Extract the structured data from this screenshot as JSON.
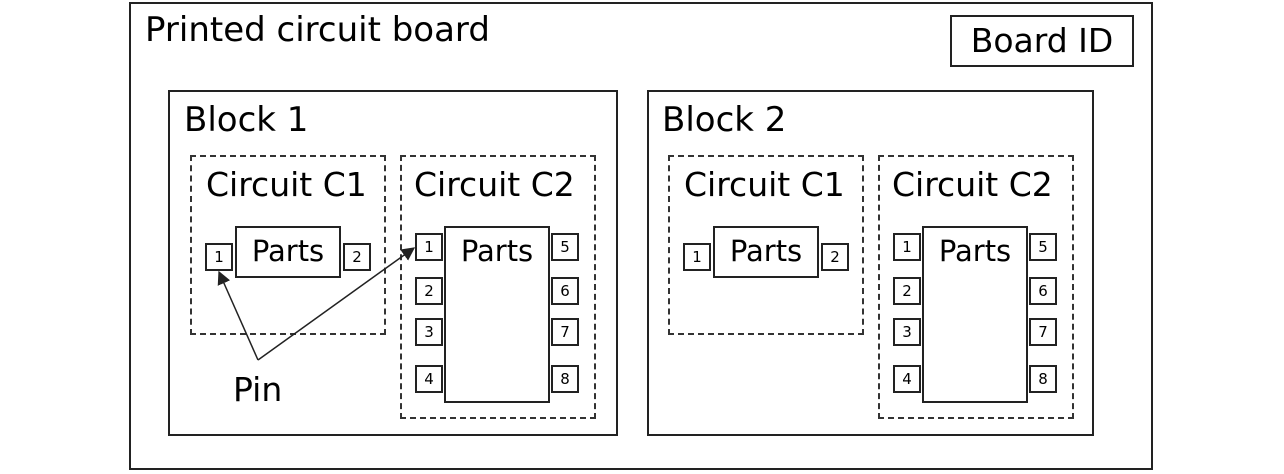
{
  "board": {
    "title": "Printed circuit board",
    "id_label": "Board ID"
  },
  "blocks": [
    {
      "title": "Block 1",
      "circuits": [
        {
          "title": "Circuit C1",
          "parts_label": "Parts",
          "pins": [
            "1",
            "2"
          ]
        },
        {
          "title": "Circuit C2",
          "parts_label": "Parts",
          "pins": [
            "1",
            "2",
            "3",
            "4",
            "5",
            "6",
            "7",
            "8"
          ]
        }
      ]
    },
    {
      "title": "Block 2",
      "circuits": [
        {
          "title": "Circuit C1",
          "parts_label": "Parts",
          "pins": [
            "1",
            "2"
          ]
        },
        {
          "title": "Circuit C2",
          "parts_label": "Parts",
          "pins": [
            "1",
            "2",
            "3",
            "4",
            "5",
            "6",
            "7",
            "8"
          ]
        }
      ]
    }
  ],
  "callout": {
    "label": "Pin"
  }
}
